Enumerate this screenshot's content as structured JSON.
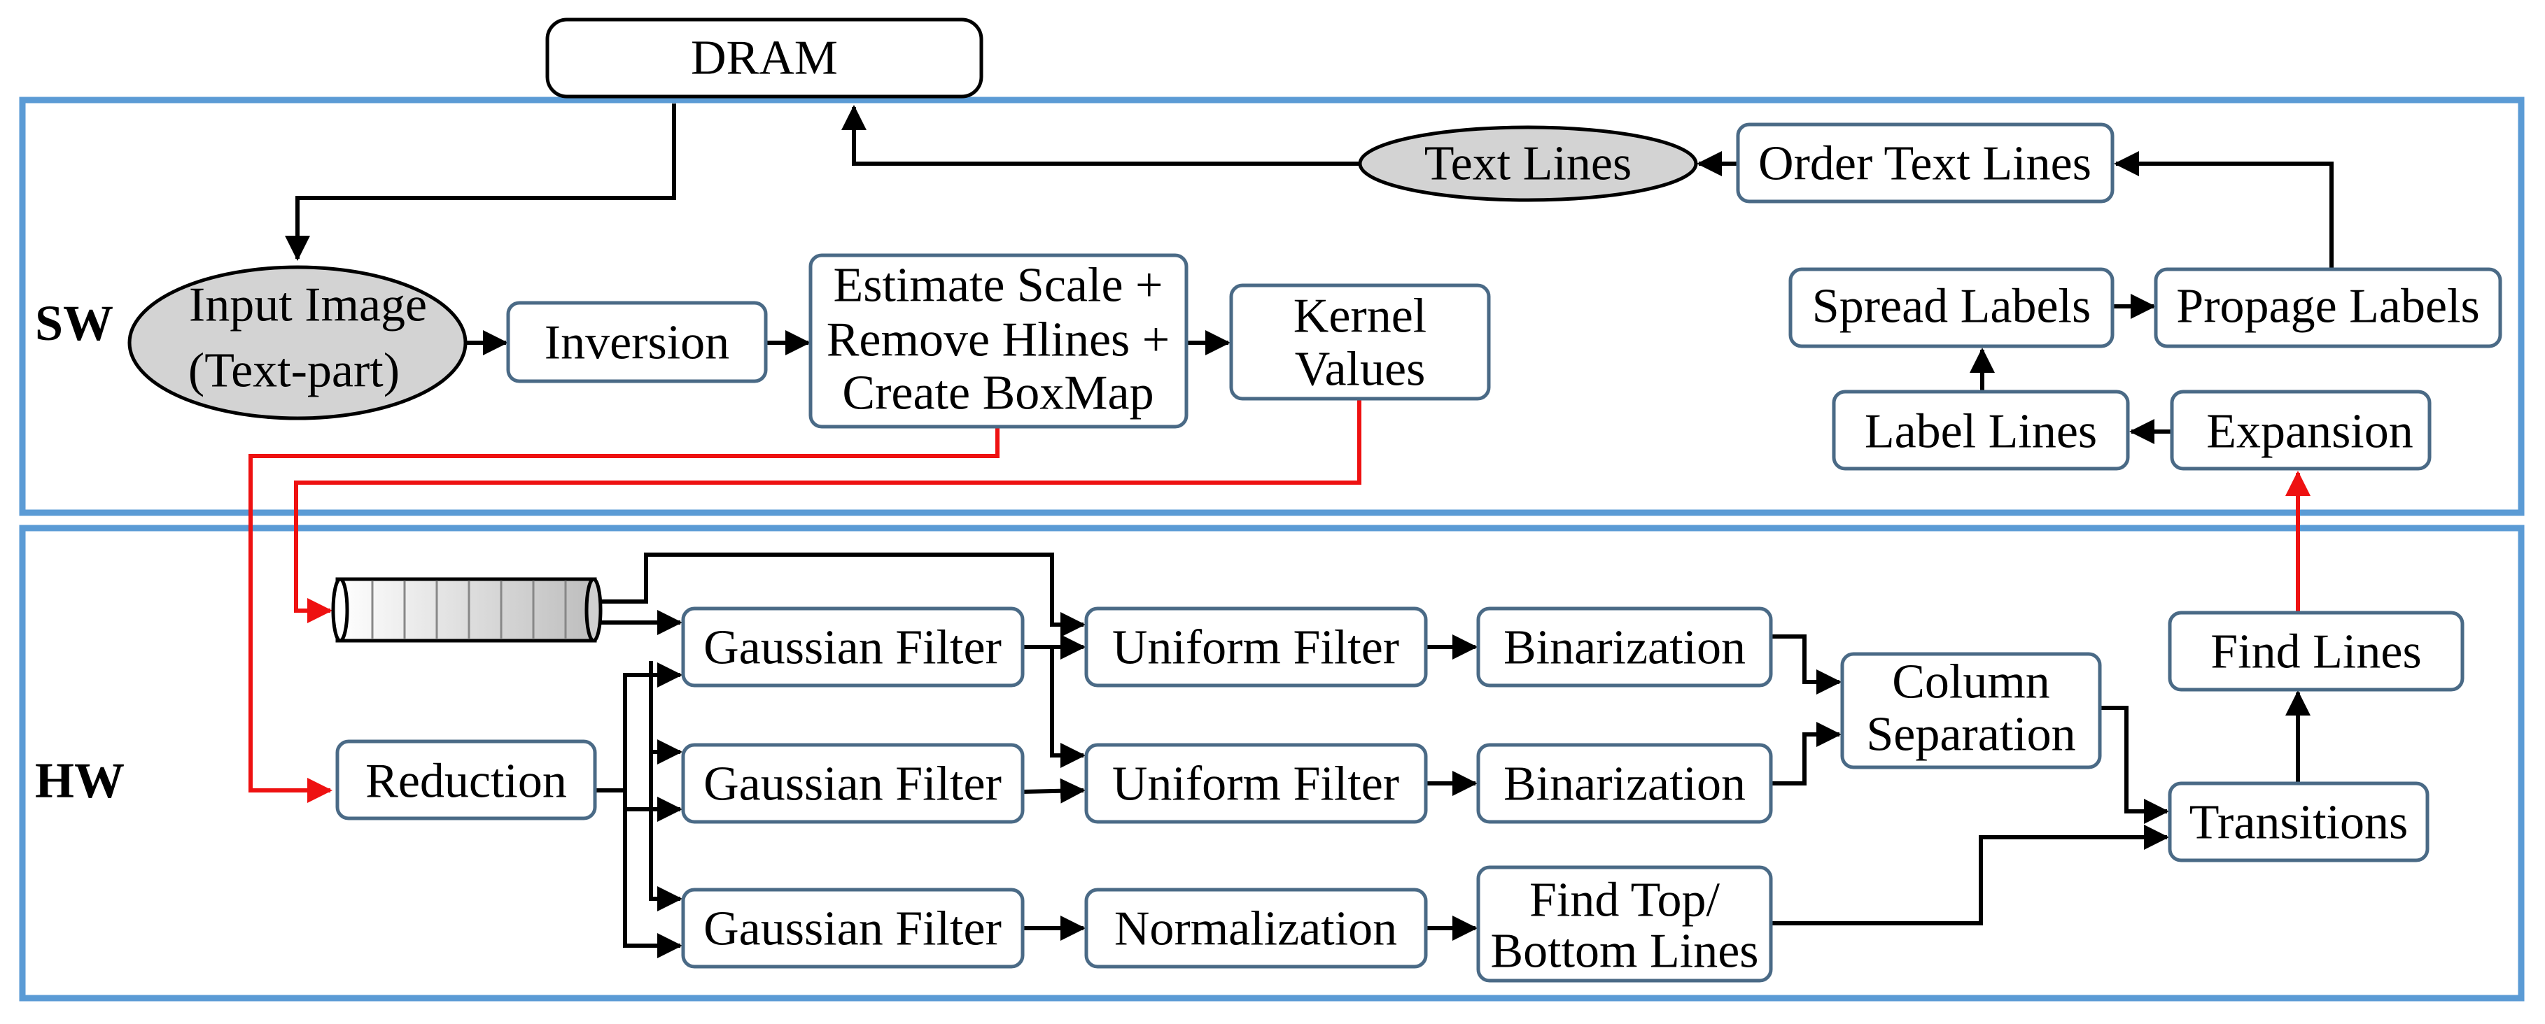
{
  "regions": {
    "sw": "SW",
    "hw": "HW"
  },
  "nodes": {
    "dram": "DRAM",
    "input_image": [
      "Input Image",
      "(Text-part)"
    ],
    "inversion": "Inversion",
    "estimate_scale": [
      "Estimate Scale +",
      "Remove Hlines +",
      "Create BoxMap"
    ],
    "kernel_values": [
      "Kernel",
      "Values"
    ],
    "text_lines": "Text Lines",
    "order_text_lines": "Order Text Lines",
    "spread_labels": "Spread Labels",
    "propage_labels": "Propage Labels",
    "label_lines": "Label Lines",
    "expansion": "Expansion",
    "gaussian_filter_1": "Gaussian Filter",
    "gaussian_filter_2": "Gaussian Filter",
    "gaussian_filter_3": "Gaussian Filter",
    "reduction": "Reduction",
    "uniform_filter_1": "Uniform Filter",
    "uniform_filter_2": "Uniform Filter",
    "normalization": "Normalization",
    "binarization_1": "Binarization",
    "binarization_2": "Binarization",
    "find_top_bottom": [
      "Find Top/",
      "Bottom Lines"
    ],
    "column_separation": [
      "Column",
      "Separation"
    ],
    "transitions": "Transitions",
    "find_lines": "Find Lines"
  },
  "colors": {
    "box_stroke": "#4a6a86",
    "region_stroke": "#5b9bd5",
    "ellipse_fill": "#d3d3d3",
    "hw_sw_edge": "#ee1111"
  }
}
